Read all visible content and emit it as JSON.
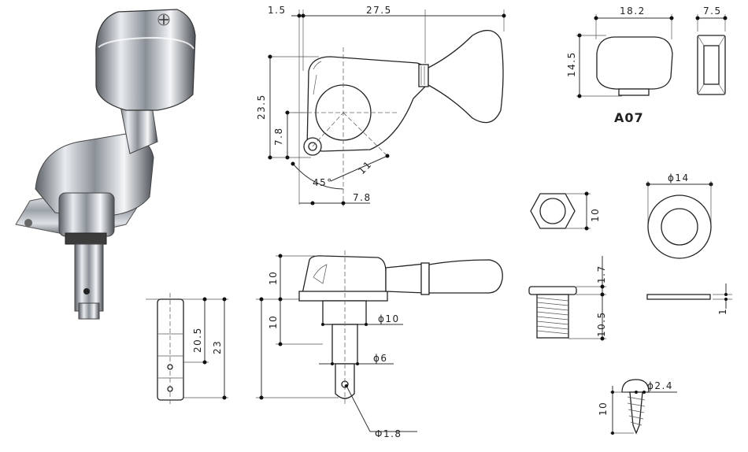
{
  "drawing": {
    "model": "A07",
    "side_view": {
      "overall_length": "27.5",
      "base_offset": "1.5",
      "height": "23.5",
      "hole_height": "7.8",
      "hole_offset": "7.8",
      "hole_radius": "11",
      "angle": "45°"
    },
    "button": {
      "width": "18.2",
      "height": "14.5",
      "thickness": "7.5"
    },
    "front_view": {
      "body_height": "10",
      "post_height": "10",
      "bushing_dia": "ϕ10",
      "post_dia": "ϕ6",
      "string_hole": "Φ1.8"
    },
    "post_detail": {
      "length_inner": "20.5",
      "length_total": "23"
    },
    "hex_nut": {
      "size": "10"
    },
    "washer": {
      "diameter": "ϕ14",
      "thickness": "1"
    },
    "bushing": {
      "flange": "1.7",
      "thread_length": "10.5"
    },
    "screw": {
      "head_dia": "ϕ2.4",
      "length": "10"
    }
  }
}
